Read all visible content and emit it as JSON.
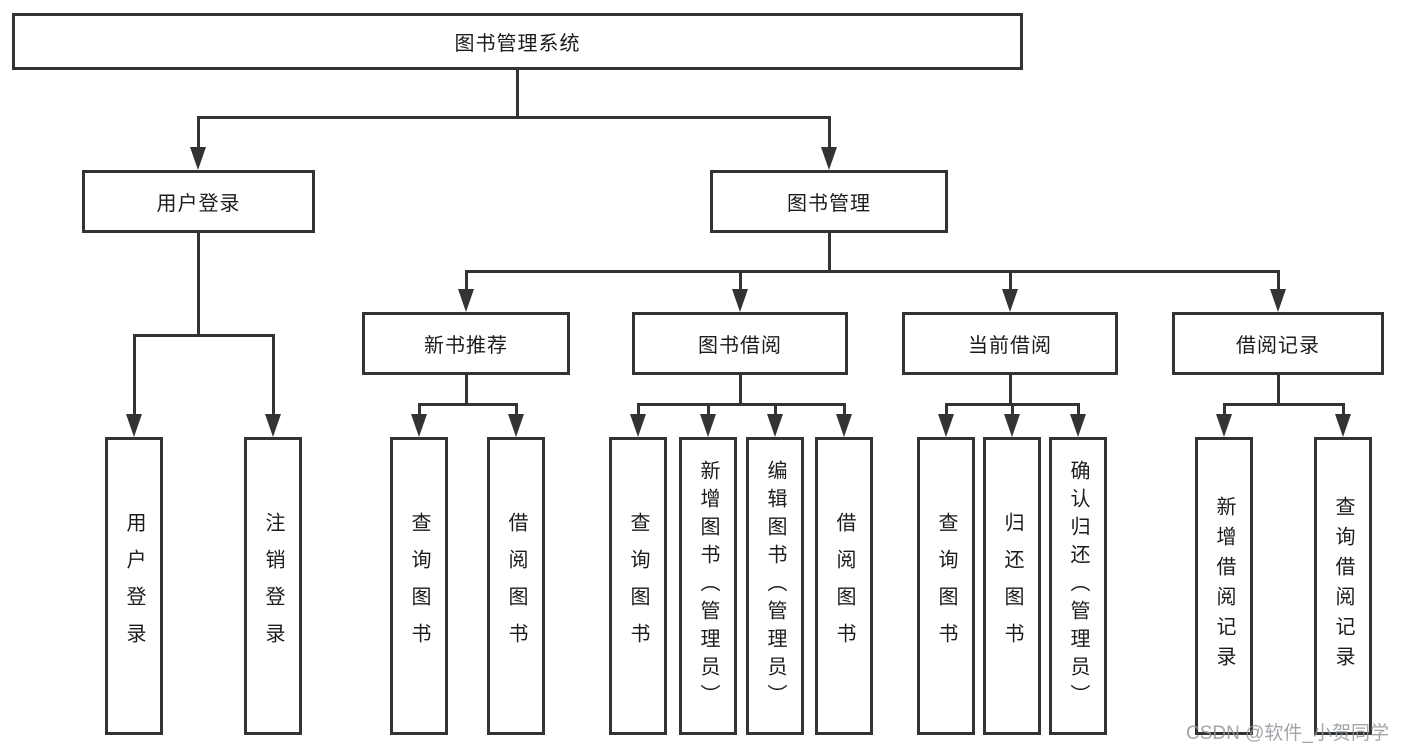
{
  "diagram": {
    "type": "hierarchy-tree",
    "watermark": "CSDN @软件_小贺同学",
    "colors": {
      "background": "#ffffff",
      "line": "#333333",
      "box_border": "#333333",
      "text": "#1c1c1c",
      "watermark": "#91969c"
    },
    "tree": {
      "label": "图书管理系统",
      "children": [
        {
          "label": "用户登录",
          "children": [
            {
              "label": "用户登录"
            },
            {
              "label": "注销登录"
            }
          ]
        },
        {
          "label": "图书管理",
          "children": [
            {
              "label": "新书推荐",
              "children": [
                {
                  "label": "查询图书"
                },
                {
                  "label": "借阅图书"
                }
              ]
            },
            {
              "label": "图书借阅",
              "children": [
                {
                  "label": "查询图书"
                },
                {
                  "label": "新增图书（管理员）"
                },
                {
                  "label": "编辑图书（管理员）"
                },
                {
                  "label": "借阅图书"
                }
              ]
            },
            {
              "label": "当前借阅",
              "children": [
                {
                  "label": "查询图书"
                },
                {
                  "label": "归还图书"
                },
                {
                  "label": "确认归还（管理员）"
                }
              ]
            },
            {
              "label": "借阅记录",
              "children": [
                {
                  "label": "新增借阅记录"
                },
                {
                  "label": "查询借阅记录"
                }
              ]
            }
          ]
        }
      ]
    }
  }
}
